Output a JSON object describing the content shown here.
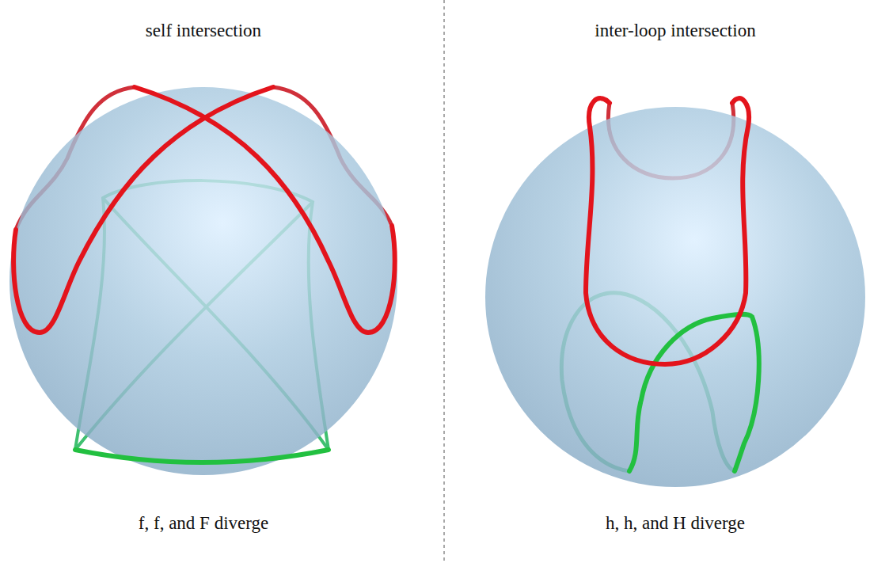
{
  "diagram": {
    "labels": [
      "self intersection",
      "inter-loop intersection",
      "f, f, and F diverge",
      "h, h, and H diverge"
    ]
  }
}
